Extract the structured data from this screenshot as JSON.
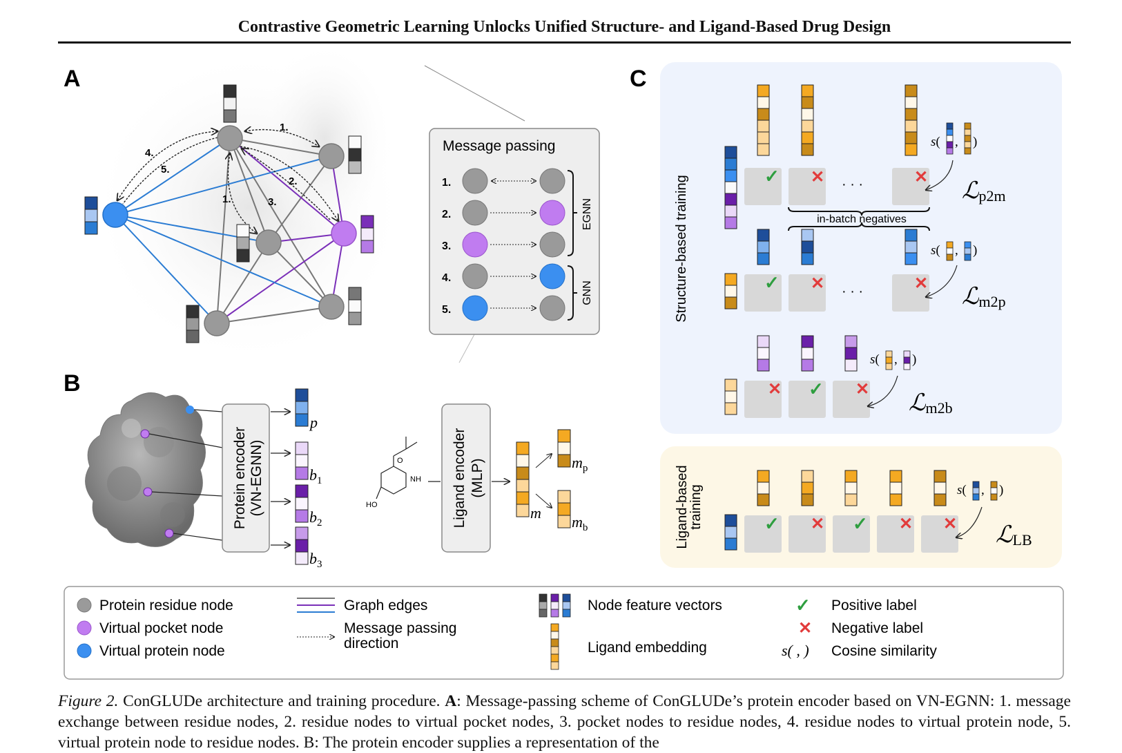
{
  "header": {
    "title": "Contrastive Geometric Learning Unlocks Unified Structure- and Ligand-Based Drug Design"
  },
  "panels": {
    "a": {
      "label": "A",
      "step_labels": [
        "1.",
        "2.",
        "3.",
        "1.",
        "4.",
        "5."
      ]
    },
    "b": {
      "label": "B",
      "protein_encoder": [
        "Protein encoder",
        "(VN-EGNN)"
      ],
      "ligand_encoder": [
        "Ligand encoder",
        "(MLP)"
      ],
      "outputs": {
        "p": "p",
        "b1": "b",
        "b1_sub": "1",
        "b2": "b",
        "b2_sub": "2",
        "b3": "b",
        "b3_sub": "3",
        "m": "m",
        "mp": "m",
        "mp_sub": "p",
        "mb": "m",
        "mb_sub": "b"
      },
      "molecule_atoms": {
        "o": "O",
        "nh": "NH",
        "ho": "HO"
      }
    },
    "c": {
      "label": "C",
      "structure_title": "Structure-based training",
      "ligand_title": [
        "Ligand-based",
        "training"
      ],
      "in_batch": "in-batch negatives",
      "dots": "· · ·",
      "losses": {
        "p2m": "p2m",
        "m2p": "m2p",
        "m2b": "m2b",
        "lb": "LB",
        "L": "ℒ"
      },
      "sim": {
        "s": "s",
        "open": "(",
        "comma": ",",
        "close": ")"
      },
      "check": "✓",
      "cross": "✕"
    }
  },
  "message_passing": {
    "title": "Message passing",
    "rows": [
      "1.",
      "2.",
      "3.",
      "4.",
      "5."
    ],
    "groups": [
      "EGNN",
      "GNN"
    ]
  },
  "legend": {
    "residue": "Protein residue node",
    "pocket": "Virtual pocket node",
    "vprotein": "Virtual protein node",
    "edges": "Graph edges",
    "mp_dir_1": "Message passing",
    "mp_dir_2": "direction",
    "feature": "Node feature vectors",
    "ligand": "Ligand embedding",
    "positive": "Positive label",
    "negative": "Negative label",
    "cosine": "Cosine similarity",
    "cosine_symbol": "s( , )"
  },
  "caption": {
    "fig": "Figure 2.",
    "line1_a": " ConGLUDe architecture and training procedure.  ",
    "line1_b": "A",
    "line1_c": ": Message-passing scheme of ConGLUDe’s protein encoder based on",
    "line2": "VN-EGNN: 1. message exchange between residue nodes, 2. residue nodes to virtual pocket nodes, 3. pocket nodes to residue nodes, 4.",
    "line3": "residue nodes to virtual protein node, 5. virtual protein node to residue nodes. B: The protein encoder supplies a representation of the"
  },
  "colors": {
    "grey_node": "#9a9a9a",
    "pocket": "#c07cf0",
    "vprotein": "#3b8ff0",
    "edge_grey": "#777777",
    "edge_purple": "#7a2fb8",
    "edge_blue": "#2b7cd3",
    "orange": "#f4a922",
    "panel_blue": "#eef3fd",
    "panel_yellow": "#fdf7e6",
    "check": "#2e9e3f",
    "cross": "#e23b3b"
  }
}
